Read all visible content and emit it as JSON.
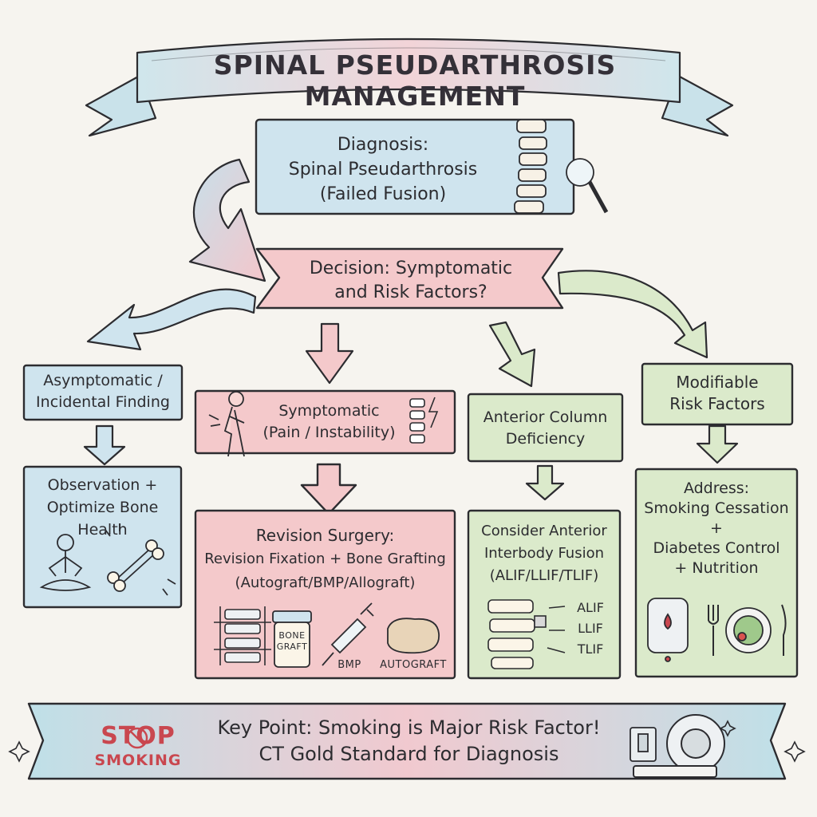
{
  "title": "SPINAL PSEUDARTHROSIS MANAGEMENT",
  "diagnosis": {
    "line1": "Diagnosis:",
    "line2": "Spinal Pseudarthrosis",
    "line3": "(Failed Fusion)"
  },
  "decision": {
    "line1": "Decision: Symptomatic",
    "line2": "and Risk Factors?"
  },
  "branches": {
    "asymptomatic": {
      "line1": "Asymptomatic /",
      "line2": "Incidental Finding"
    },
    "symptomatic": {
      "line1": "Symptomatic",
      "line2": "(Pain / Instability)"
    },
    "anterior": {
      "line1": "Anterior Column",
      "line2": "Deficiency"
    },
    "modifiable": {
      "line1": "Modifiable",
      "line2": "Risk Factors"
    }
  },
  "outcomes": {
    "observation": {
      "line1": "Observation +",
      "line2": "Optimize Bone",
      "line3": "Health"
    },
    "revision": {
      "line1": "Revision Surgery:",
      "line2": "Revision Fixation + Bone Grafting",
      "line3": "(Autograft/BMP/Allograft)",
      "jar_line1": "BONE",
      "jar_line2": "GRAFT",
      "bmp_label": "BMP",
      "autograft_label": "AUTOGRAFT"
    },
    "interbody": {
      "line1": "Consider Anterior",
      "line2": "Interbody Fusion",
      "line3": "(ALIF/LLIF/TLIF)",
      "labels": [
        "ALIF",
        "LLIF",
        "TLIF"
      ]
    },
    "address": {
      "line1": "Address:",
      "line2": "Smoking Cessation",
      "line3": "+",
      "line4": "Diabetes Control",
      "line5": "+ Nutrition"
    }
  },
  "footer": {
    "stop_line1": "STOP",
    "stop_line2": "SMOKING",
    "key_line1": "Key Point: Smoking is Major Risk Factor!",
    "key_line2": "CT Gold Standard for Diagnosis"
  },
  "colors": {
    "blue": "#cfe4ee",
    "pink": "#f4c9cb",
    "green": "#dbeacb",
    "ink": "#2c2c30"
  }
}
